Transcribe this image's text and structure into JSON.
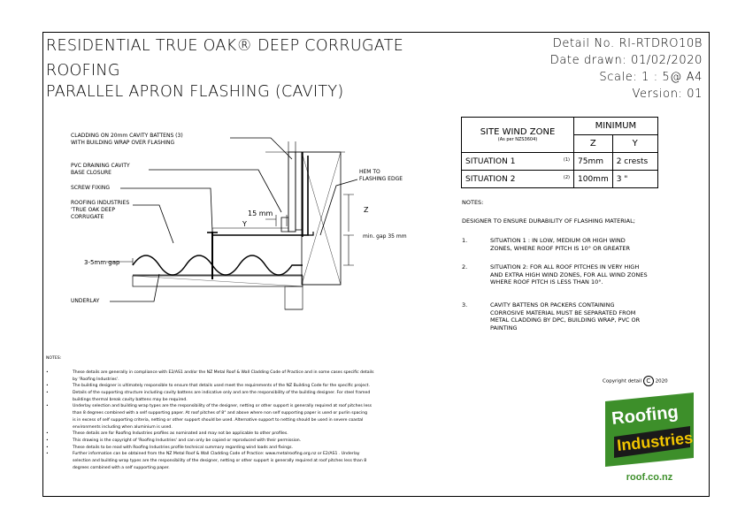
{
  "title": {
    "line1": "RESIDENTIAL TRUE OAK® DEEP CORRUGATE",
    "line2": "ROOFING",
    "line3": "PARALLEL APRON FLASHING (CAVITY)"
  },
  "meta": {
    "detail": "Detail No. RI-RTDRO10B",
    "date": "Date drawn:  01/02/2020",
    "scale": "Scale:   1 : 5@ A4",
    "version": "Version:  01"
  },
  "labels": {
    "cladding1": "CLADDING ON 20mm CAVITY BATTENS (3)",
    "cladding2": "WITH BUILDING WRAP OVER FLASHING",
    "pvc1": "PVC DRAINING CAVITY",
    "pvc2": "BASE CLOSURE",
    "screw": "SCREW FIXING",
    "roof1": "ROOFING INDUSTRIES",
    "roof2": "'TRUE OAK DEEP",
    "roof3": "CORRUGATE",
    "hem1": "HEM TO",
    "hem2": "FLASHING EDGE",
    "dim15": "15 mm",
    "dimY": "Y",
    "dimZ": "Z",
    "mingap": "min. gap 35 mm",
    "gap": "3-5mm gap",
    "underlay": "UNDERLAY"
  },
  "wind_table": {
    "h_zone": "SITE WIND ZONE",
    "h_zone_sub": "(As per NZS3604)",
    "h_min": "MINIMUM",
    "h_z": "Z",
    "h_y": "Y",
    "rows": [
      {
        "situation": "SITUATION 1",
        "ref": "(1)",
        "z": "75mm",
        "y": "2 crests"
      },
      {
        "situation": "SITUATION 2",
        "ref": "(2)",
        "z": "100mm",
        "y": "3   \""
      }
    ]
  },
  "notes_right": {
    "heading": "NOTES:",
    "designer": "DESIGNER TO ENSURE DURABILITY OF FLASHING MATERIAL;",
    "items": [
      {
        "num": "1.",
        "lines": [
          "SITUATION 1 : IN LOW, MEDIUM OR HIGH WIND",
          "ZONES, WHERE ROOF PITCH IS 10° OR GREATER"
        ]
      },
      {
        "num": "2.",
        "lines": [
          "SITUATION 2: FOR ALL ROOF PITCHES IN VERY HIGH",
          "AND EXTRA HIGH WIND ZONES, FOR ALL WIND ZONES",
          "WHERE ROOF PITCH IS LESS THAN 10°."
        ]
      },
      {
        "num": "3.",
        "lines": [
          "CAVITY BATTENS OR PACKERS CONTAINING",
          "CORROSIVE MATERIAL MUST BE SEPARATED FROM",
          "METAL CLADDING BY DPC, BUILDING WRAP, PVC OR",
          "PAINTING"
        ]
      }
    ]
  },
  "notes_bottom": {
    "heading": "NOTES:",
    "items": [
      [
        "These details are generally in compliance with E2/AS1 and/or the NZ Metal Roof & Wall Cladding Code of Practice and in some cases specific details",
        "by 'Roofing Industries'."
      ],
      [
        "The building designer is ultimately responsible to ensure that details used meet the requirements of the NZ Building Code for the specific project."
      ],
      [
        "Details of the supporting structure including cavity battens are indicative only and are the responsibility of the building designer.  For steel framed",
        "buildings thermal break cavity battens may be required."
      ],
      [
        "Underlay selection and building wrap types are the responsibility of the designer, netting or other support is generally required at roof pitches less",
        "than 8 degrees combined with a self supporting paper.  At roof pitches of 8° and above where non self supporting paper is used or purlin spacing",
        "is in excess of self supporting criteria, netting or other support should be used. Alternative support to netting should be used in severe coastal",
        "environments including when aluminium is used."
      ],
      [
        "These details are for Roofing Industries profiles as nominated and may not be applicable to other profiles."
      ],
      [
        "This drawing is the copyright of 'Roofing Industries' and can only be copied or reproduced with their permission."
      ],
      [
        "These details to be read with Roofing Industries profile technical summary regarding wind loads and fixings."
      ],
      [
        "Further information can be obtained from the NZ Metal Roof & Wall Cladding Code of Practice:  www.metalroofing.org.nz or E2/AS1 . Underlay",
        "selection and building wrap types are the responsibility of the designer, netting or other support is generally required at roof pitches less than 8",
        "degrees combined with a self supporting paper."
      ]
    ]
  },
  "copyright": {
    "text": "Copyright detail",
    "mark": "C",
    "year": "2020"
  },
  "logo": {
    "line1": "Roofing",
    "line2": "Industries",
    "web": "roof.co.nz",
    "green": "#3d8f2a",
    "dark": "#1a1a1a"
  }
}
